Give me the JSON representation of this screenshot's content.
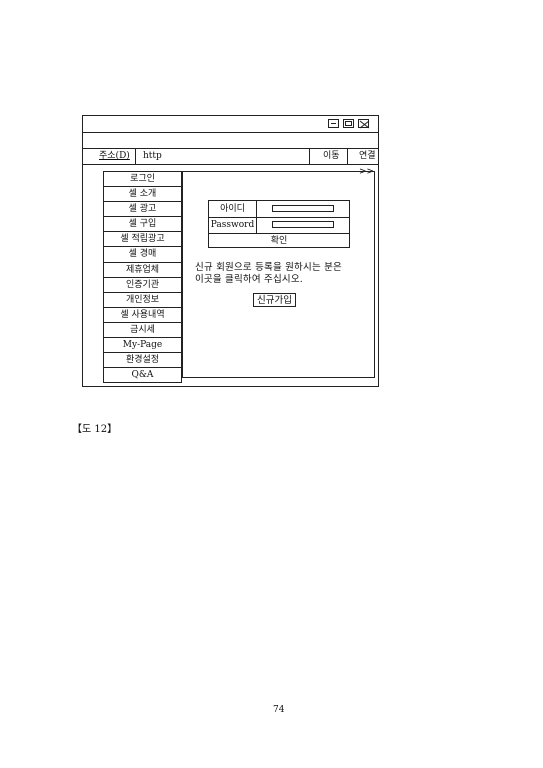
{
  "address_bar": {
    "label": "주소(D)",
    "url": "http",
    "go_label": "이동",
    "links_label": "연결>>"
  },
  "sidebar": {
    "items": [
      "로그인",
      "셀 소개",
      "셀 광고",
      "셀 구입",
      "셀 적립광고",
      "셀 경매",
      "제휴업체",
      "인증기관",
      "개인정보",
      "셀 사용내역",
      "금시세",
      "My-Page",
      "환경설정",
      "Q&A"
    ]
  },
  "login": {
    "id_label": "아이디",
    "password_label": "Password",
    "confirm_label": "확인"
  },
  "signup": {
    "text_line1": "신규 회원으로 등록을 원하시는 분은",
    "text_line2": "이곳을 클릭하여 주십시오.",
    "button_label": "신규가입"
  },
  "caption": "【도 12】",
  "page_number": "74"
}
